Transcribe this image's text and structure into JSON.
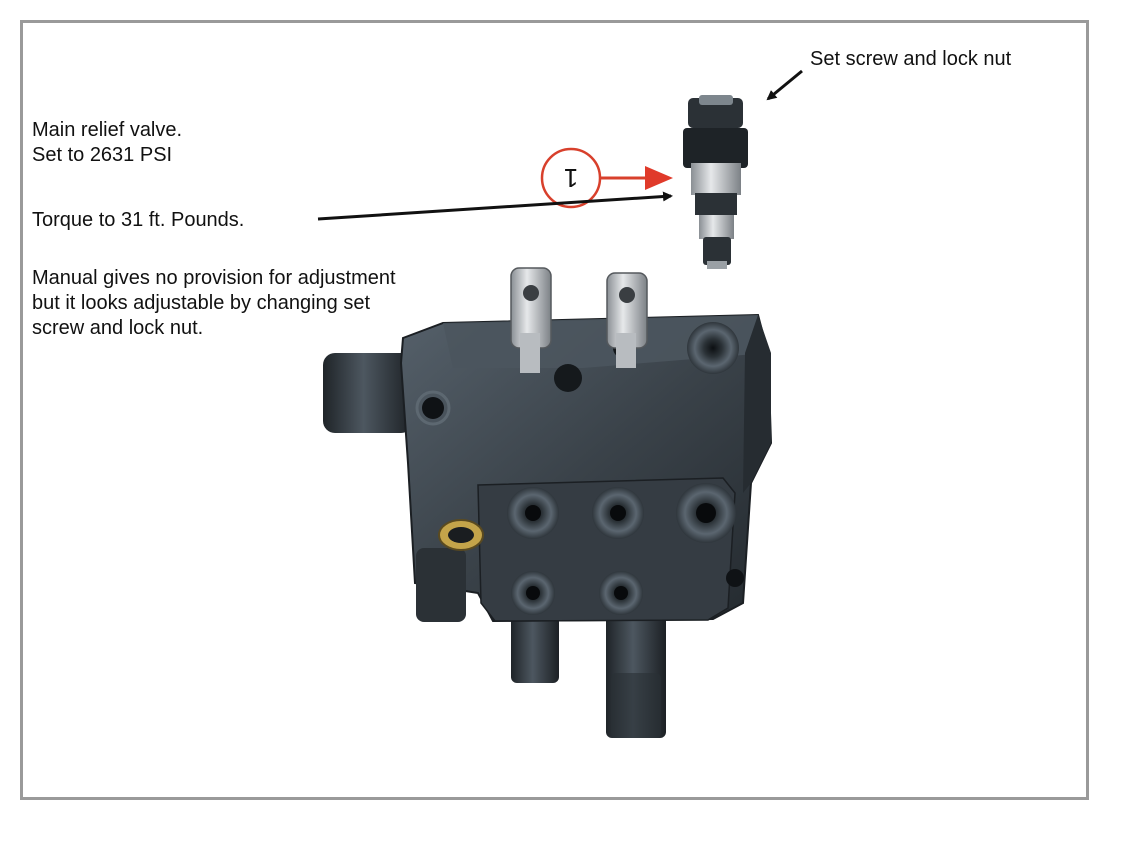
{
  "annotations": {
    "set_screw": "Set screw and lock nut",
    "main_relief_line1": "Main relief valve.",
    "main_relief_line2": "Set to 2631 PSI",
    "torque": "Torque to 31 ft. Pounds.",
    "manual_line1": "Manual gives no provision for adjustment",
    "manual_line2": "but it looks adjustable by changing set",
    "manual_line3": "screw and lock nut."
  },
  "callout": {
    "number": "1"
  },
  "colors": {
    "frame_border": "#9a9a9a",
    "callout_red": "#d8402c",
    "valve_body": "#3a4148",
    "arrow_black": "#111111"
  }
}
